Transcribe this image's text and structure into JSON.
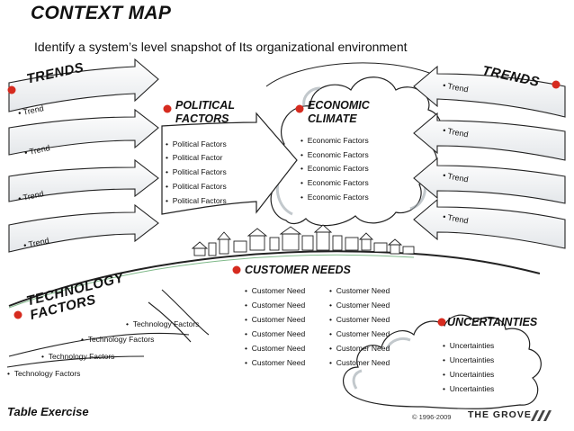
{
  "title": "CONTEXT MAP",
  "subtitle": "Identify a system’s level snapshot of Its organizational environment",
  "trends_left": {
    "label": "TRENDS",
    "items": [
      "Trend",
      "Trend",
      "Trend",
      "Trend"
    ]
  },
  "trends_right": {
    "label": "TRENDS",
    "items": [
      "Trend",
      "Trend",
      "Trend",
      "Trend"
    ]
  },
  "political": {
    "heading_line1": "POLITICAL",
    "heading_line2": "FACTORS",
    "items": [
      "Political Factors",
      "Political Factor",
      "Political Factors",
      "Political Factors",
      "Political Factors"
    ]
  },
  "economic": {
    "heading_line1": "ECONOMIC",
    "heading_line2": "CLIMATE",
    "items": [
      "Economic Factors",
      "Economic Factors",
      "Economic Factors",
      "Economic Factors",
      "Economic Factors"
    ]
  },
  "customer": {
    "heading": "CUSTOMER NEEDS",
    "col1": [
      "Customer Need",
      "Customer Need",
      "Customer Need",
      "Customer Need",
      "Customer Need",
      "Customer Need"
    ],
    "col2": [
      "Customer Need",
      "Customer Need",
      "Customer Need",
      "Customer Need",
      "Customer Need",
      "Customer Need"
    ]
  },
  "technology": {
    "line1": "TECHNOLOGY",
    "line2": "FACTORS",
    "items": [
      "Technology Factors",
      "Technology Factors",
      "Technology Factors",
      "Technology Factors"
    ]
  },
  "uncertainties": {
    "heading": "UNCERTAINTIES",
    "items": [
      "Uncertainties",
      "Uncertainties",
      "Uncertainties",
      "Uncertainties"
    ]
  },
  "footer": {
    "exercise": "Table Exercise",
    "copyright": "© 1996-2009",
    "brand": "THE GROVE"
  },
  "colors": {
    "accent_red": "#d62b1f",
    "outline": "#222222",
    "cloud_shade": "#bdc6cc"
  }
}
